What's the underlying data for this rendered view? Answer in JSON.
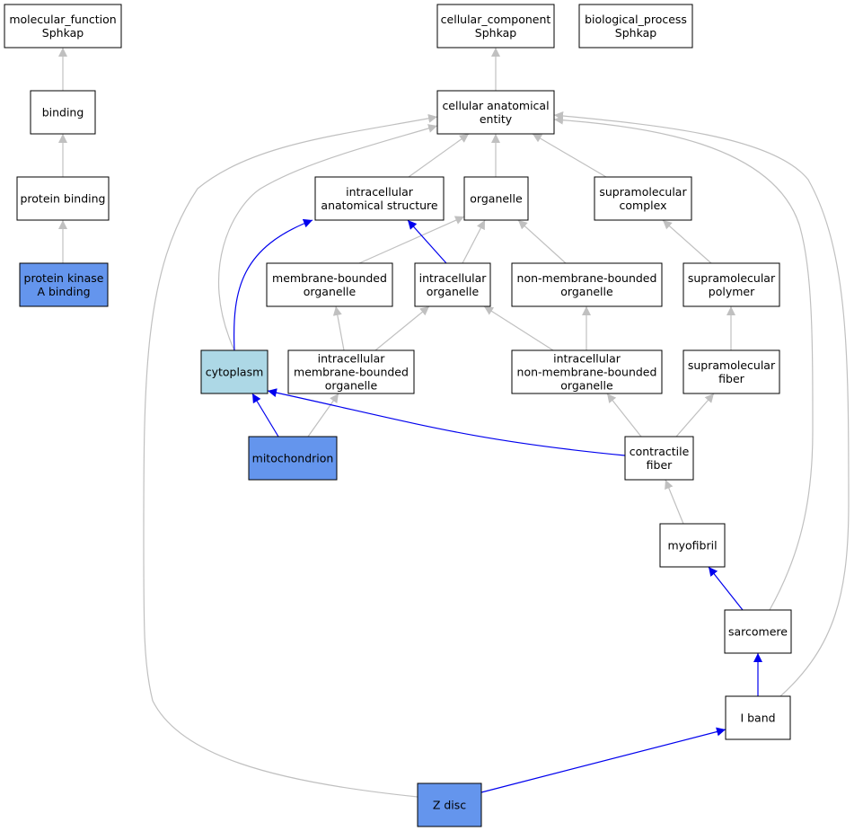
{
  "colors": {
    "node_default": "#ffffff",
    "node_annotated": "#6495ed",
    "node_highlight": "#add8e6",
    "edge_is_a": "#c0c0c0",
    "edge_part_of": "#0000ee"
  },
  "nodes": [
    {
      "id": "mf",
      "lines": [
        "molecular_function",
        "Sphkap"
      ],
      "fill": "default"
    },
    {
      "id": "cc",
      "lines": [
        "cellular_component",
        "Sphkap"
      ],
      "fill": "default"
    },
    {
      "id": "bp",
      "lines": [
        "biological_process",
        "Sphkap"
      ],
      "fill": "default"
    },
    {
      "id": "binding",
      "lines": [
        "binding"
      ],
      "fill": "default"
    },
    {
      "id": "protein_binding",
      "lines": [
        "protein binding"
      ],
      "fill": "default"
    },
    {
      "id": "pka_binding",
      "lines": [
        "protein kinase",
        "A binding"
      ],
      "fill": "annotated"
    },
    {
      "id": "cae",
      "lines": [
        "cellular anatomical",
        "entity"
      ],
      "fill": "default"
    },
    {
      "id": "ias",
      "lines": [
        "intracellular",
        "anatomical structure"
      ],
      "fill": "default"
    },
    {
      "id": "organelle",
      "lines": [
        "organelle"
      ],
      "fill": "default"
    },
    {
      "id": "smc",
      "lines": [
        "supramolecular",
        "complex"
      ],
      "fill": "default"
    },
    {
      "id": "mbo",
      "lines": [
        "membrane-bounded",
        "organelle"
      ],
      "fill": "default"
    },
    {
      "id": "io",
      "lines": [
        "intracellular",
        "organelle"
      ],
      "fill": "default"
    },
    {
      "id": "nmbo",
      "lines": [
        "non-membrane-bounded",
        "organelle"
      ],
      "fill": "default"
    },
    {
      "id": "smp",
      "lines": [
        "supramolecular",
        "polymer"
      ],
      "fill": "default"
    },
    {
      "id": "cytoplasm",
      "lines": [
        "cytoplasm"
      ],
      "fill": "highlight"
    },
    {
      "id": "imbo",
      "lines": [
        "intracellular",
        "membrane-bounded",
        "organelle"
      ],
      "fill": "default"
    },
    {
      "id": "inmbo",
      "lines": [
        "intracellular",
        "non-membrane-bounded",
        "organelle"
      ],
      "fill": "default"
    },
    {
      "id": "smf",
      "lines": [
        "supramolecular",
        "fiber"
      ],
      "fill": "default"
    },
    {
      "id": "mito",
      "lines": [
        "mitochondrion"
      ],
      "fill": "annotated"
    },
    {
      "id": "cf",
      "lines": [
        "contractile",
        "fiber"
      ],
      "fill": "default"
    },
    {
      "id": "myofibril",
      "lines": [
        "myofibril"
      ],
      "fill": "default"
    },
    {
      "id": "sarcomere",
      "lines": [
        "sarcomere"
      ],
      "fill": "default"
    },
    {
      "id": "iband",
      "lines": [
        "I band"
      ],
      "fill": "default"
    },
    {
      "id": "zdisc",
      "lines": [
        "Z disc"
      ],
      "fill": "annotated"
    }
  ],
  "edges": [
    {
      "id": "e-binding-mf",
      "from": "binding",
      "to": "mf",
      "type": "is_a"
    },
    {
      "id": "e-pb-binding",
      "from": "protein_binding",
      "to": "binding",
      "type": "is_a"
    },
    {
      "id": "e-pka-pb",
      "from": "pka_binding",
      "to": "protein_binding",
      "type": "is_a"
    },
    {
      "id": "e-cae-cc",
      "from": "cae",
      "to": "cc",
      "type": "is_a"
    },
    {
      "id": "e-ias-cae",
      "from": "ias",
      "to": "cae",
      "type": "is_a"
    },
    {
      "id": "e-organelle-cae",
      "from": "organelle",
      "to": "cae",
      "type": "is_a"
    },
    {
      "id": "e-smc-cae",
      "from": "smc",
      "to": "cae",
      "type": "is_a"
    },
    {
      "id": "e-mbo-organelle",
      "from": "mbo",
      "to": "organelle",
      "type": "is_a"
    },
    {
      "id": "e-io-organelle",
      "from": "io",
      "to": "organelle",
      "type": "is_a"
    },
    {
      "id": "e-io-ias",
      "from": "io",
      "to": "ias",
      "type": "part_of"
    },
    {
      "id": "e-nmbo-organelle",
      "from": "nmbo",
      "to": "organelle",
      "type": "is_a"
    },
    {
      "id": "e-smp-smc",
      "from": "smp",
      "to": "smc",
      "type": "is_a"
    },
    {
      "id": "e-cytoplasm-cae",
      "from": "cytoplasm",
      "to": "cae",
      "type": "is_a"
    },
    {
      "id": "e-cytoplasm-ias",
      "from": "cytoplasm",
      "to": "ias",
      "type": "part_of"
    },
    {
      "id": "e-imbo-mbo",
      "from": "imbo",
      "to": "mbo",
      "type": "is_a"
    },
    {
      "id": "e-imbo-io",
      "from": "imbo",
      "to": "io",
      "type": "is_a"
    },
    {
      "id": "e-inmbo-io",
      "from": "inmbo",
      "to": "io",
      "type": "is_a"
    },
    {
      "id": "e-inmbo-nmbo",
      "from": "inmbo",
      "to": "nmbo",
      "type": "is_a"
    },
    {
      "id": "e-smf-smp",
      "from": "smf",
      "to": "smp",
      "type": "is_a"
    },
    {
      "id": "e-mito-cytoplasm",
      "from": "mito",
      "to": "cytoplasm",
      "type": "part_of"
    },
    {
      "id": "e-mito-imbo",
      "from": "mito",
      "to": "imbo",
      "type": "is_a"
    },
    {
      "id": "e-cf-inmbo",
      "from": "cf",
      "to": "inmbo",
      "type": "is_a"
    },
    {
      "id": "e-cf-smf",
      "from": "cf",
      "to": "smf",
      "type": "is_a"
    },
    {
      "id": "e-cf-cytoplasm",
      "from": "cf",
      "to": "cytoplasm",
      "type": "part_of"
    },
    {
      "id": "e-myofibril-cf",
      "from": "myofibril",
      "to": "cf",
      "type": "is_a"
    },
    {
      "id": "e-sarcomere-myofibril",
      "from": "sarcomere",
      "to": "myofibril",
      "type": "part_of"
    },
    {
      "id": "e-sarcomere-cae",
      "from": "sarcomere",
      "to": "cae",
      "type": "is_a"
    },
    {
      "id": "e-iband-sarcomere",
      "from": "iband",
      "to": "sarcomere",
      "type": "part_of"
    },
    {
      "id": "e-iband-cae",
      "from": "iband",
      "to": "cae",
      "type": "is_a"
    },
    {
      "id": "e-zdisc-iband",
      "from": "zdisc",
      "to": "iband",
      "type": "part_of"
    },
    {
      "id": "e-zdisc-cae",
      "from": "zdisc",
      "to": "cae",
      "type": "is_a"
    }
  ]
}
